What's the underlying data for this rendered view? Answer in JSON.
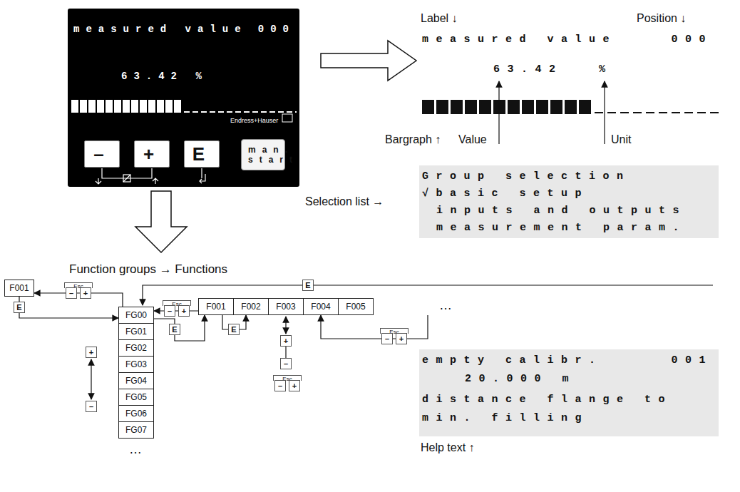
{
  "diagram": {
    "nodes": [
      {
        "text": [
          "measured value",
          "000",
          "63.42 %",
          "Endress+Hauser"
        ]
      },
      {
        "text": [
          "–"
        ],
        "in": 0
      },
      {
        "text": [
          "+"
        ],
        "in": 0
      },
      {
        "text": [
          "E"
        ],
        "in": 0
      },
      {
        "text": [
          "man. start"
        ],
        "in": 0
      },
      {
        "text": [
          "measured value",
          "000",
          "63.42",
          "%"
        ]
      },
      {
        "text": [
          "Group selection",
          "√basic setup",
          "inputs and outputs",
          "measurement param."
        ]
      },
      {
        "text": [
          "empty calibr.",
          "001",
          "20.000 m",
          "distance flange to min. filling"
        ]
      },
      {
        "text": [
          "F001"
        ]
      },
      {
        "text": [
          "FG00"
        ]
      },
      {
        "text": [
          "FG01"
        ]
      },
      {
        "text": [
          "FG02"
        ]
      },
      {
        "text": [
          "FG03"
        ]
      },
      {
        "text": [
          "FG04"
        ]
      },
      {
        "text": [
          "FG05"
        ]
      },
      {
        "text": [
          "FG06"
        ]
      },
      {
        "text": [
          "FG07"
        ]
      },
      {
        "text": [
          "F001"
        ]
      },
      {
        "text": [
          "F002"
        ]
      },
      {
        "text": [
          "F003"
        ]
      },
      {
        "text": [
          "F004"
        ]
      },
      {
        "text": [
          "F005"
        ]
      }
    ],
    "edges": [
      {
        "from": 0,
        "to": 5,
        "arrow": "to"
      },
      {
        "from": 8,
        "to": 9,
        "label": "E",
        "arrow": "to"
      },
      {
        "from": 9,
        "to": 8,
        "arrow": "to"
      },
      {
        "from": 9,
        "to": 17,
        "label": "E",
        "arrow": "to"
      },
      {
        "from": 17,
        "to": 9,
        "arrow": "to"
      },
      {
        "from": 17,
        "to": 18,
        "label": "E",
        "arrow": "to"
      },
      {
        "from": 21,
        "to": 20,
        "arrow": "to"
      }
    ],
    "labels": [
      "Label ↓",
      "Position ↓",
      "Bargraph ↑",
      "Value",
      "Unit",
      "Selection list →",
      "Function groups → Functions",
      "Help text ↑",
      "Esc",
      "–",
      "+",
      "Esc",
      "–",
      "+",
      "+",
      "–",
      "Esc",
      "–",
      "+",
      "Esc",
      "–",
      "+",
      "…",
      "…",
      "+",
      "–",
      "E"
    ]
  }
}
